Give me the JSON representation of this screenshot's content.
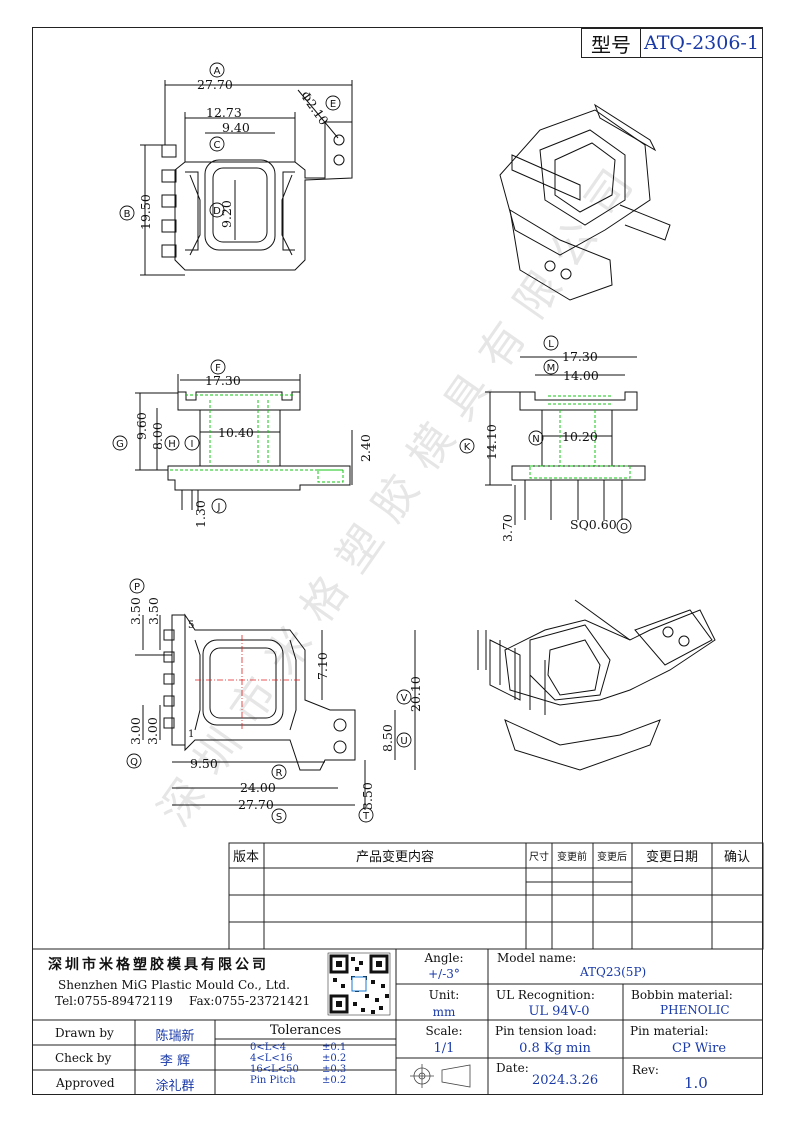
{
  "header": {
    "model_label": "型号",
    "model_value": "ATQ-2306-1"
  },
  "watermark": "深圳市米格塑胶模具有限公司",
  "dims": {
    "top": {
      "A": "A",
      "A_val": "27.70",
      "c1": "12.73",
      "C": "C",
      "c2": "9.40",
      "D": "D",
      "d_val": "9.20",
      "B": "B",
      "b_val": "19.50",
      "E": "E",
      "e_val": "Φ2.10"
    },
    "front": {
      "F": "F",
      "f_val": "17.30",
      "G": "G",
      "g_val": "9.60",
      "H": "H",
      "h_val": "8.00",
      "I": "I",
      "i_val": "10.40",
      "j_val": "1.30",
      "J": "J",
      "h2": "2.40"
    },
    "side": {
      "L": "L",
      "l_val": "17.30",
      "M": "M",
      "m_val": "14.00",
      "K": "K",
      "k_val": "14.10",
      "N": "N",
      "n_val": "10.20",
      "p_val": "3.70",
      "sq": "SQ0.60",
      "O": "O"
    },
    "bottom": {
      "P": "P",
      "p1": "3.50",
      "p2": "3.50",
      "pin5": "5",
      "pin1": "1",
      "Q": "Q",
      "q1": "3.00",
      "q2": "3.00",
      "r_val": "9.50",
      "R": "R",
      "w1": "24.00",
      "w2": "27.70",
      "S": "S",
      "t_val": "3.50",
      "T": "T",
      "u_val": "8.50",
      "U": "U",
      "v_val": "20.10",
      "V": "V",
      "x_val": "7.10"
    }
  },
  "revision": {
    "headers": [
      "版本",
      "产品变更内容",
      "尺寸",
      "变更前",
      "变更后",
      "变更日期",
      "确认"
    ]
  },
  "title_block": {
    "company_cn": "深圳市米格塑胶模具有限公司",
    "company_en": "Shenzhen MiG Plastic Mould Co., Ltd.",
    "tel": "Tel:0755-89472119",
    "fax": "Fax:0755-23721421",
    "angle_label": "Angle:",
    "angle_val": "+/-3°",
    "unit_label": "Unit:",
    "unit_val": "mm",
    "scale_label": "Scale:",
    "scale_val": "1/1",
    "model_label": "Model name:",
    "model_val": "ATQ23(5P)",
    "ul_label": "UL Recognition:",
    "ul_val": "UL 94V-0",
    "bobbin_label": "Bobbin material:",
    "bobbin_val": "PHENOLIC",
    "pin_tension_label": "Pin tension load:",
    "pin_tension_val": "0.8 Kg min",
    "pin_mat_label": "Pin material:",
    "pin_mat_val": "CP Wire",
    "date_label": "Date:",
    "date_val": "2024.3.26",
    "rev_label": "Rev:",
    "rev_val": "1.0",
    "drawn_label": "Drawn by",
    "drawn_val": "陈瑞新",
    "check_label": "Check by",
    "check_val": "李 辉",
    "approved_label": "Approved",
    "approved_val": "涂礼群",
    "tol_label": "Tolerances",
    "tol": [
      {
        "r": "0<L<4",
        "v": "±0.1"
      },
      {
        "r": "4<L<16",
        "v": "±0.2"
      },
      {
        "r": "16<L<50",
        "v": "±0.3"
      },
      {
        "r": "Pin Pitch",
        "v": "±0.2"
      }
    ]
  }
}
